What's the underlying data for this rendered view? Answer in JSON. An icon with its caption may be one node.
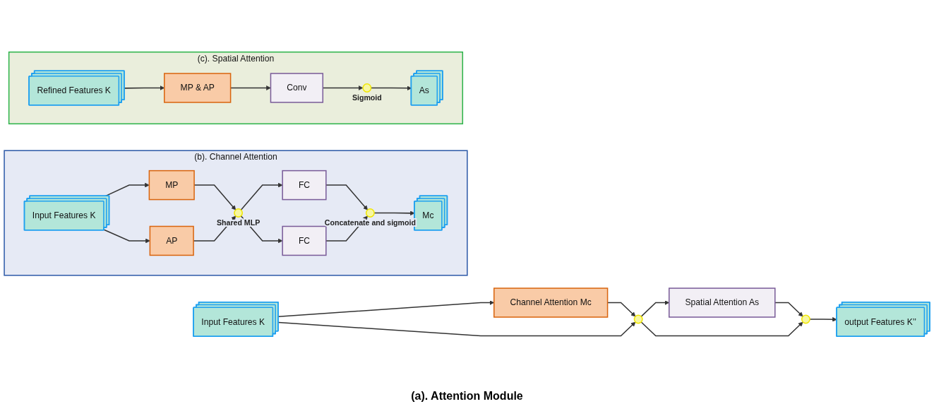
{
  "diagram": {
    "nodes": [
      {
        "text": [
          "Input Features K"
        ]
      },
      {
        "text": [
          "Channel Attention Mc"
        ]
      },
      {
        "text": [],
        "shape": "circle"
      },
      {
        "text": [
          "Spatial Attention As"
        ]
      },
      {
        "text": [],
        "shape": "circle"
      },
      {
        "text": [
          "output Features K’’"
        ]
      },
      {
        "text": [
          "(b). Channel Attention"
        ]
      },
      {
        "text": [
          "Input Features K"
        ],
        "in": 6
      },
      {
        "text": [
          "MP"
        ],
        "in": 6
      },
      {
        "text": [
          "AP"
        ],
        "in": 6
      },
      {
        "text": [],
        "shape": "circle",
        "in": 6,
        "beside": [
          "Shared MLP"
        ]
      },
      {
        "text": [
          "FC"
        ],
        "in": 6
      },
      {
        "text": [
          "FC"
        ],
        "in": 6
      },
      {
        "text": [],
        "shape": "circle",
        "in": 6,
        "beside": [
          "Concatenate and sigmoid"
        ]
      },
      {
        "text": [
          "Mc"
        ],
        "in": 6
      },
      {
        "text": [
          "(c). Spatial Attention"
        ]
      },
      {
        "text": [
          "Refined Features K"
        ],
        "in": 15
      },
      {
        "text": [
          "MP & AP"
        ],
        "in": 15
      },
      {
        "text": [
          "Conv"
        ],
        "in": 15
      },
      {
        "text": [],
        "shape": "circle",
        "in": 15,
        "beside": [
          "Sigmoid"
        ]
      },
      {
        "text": [
          "As"
        ],
        "in": 15
      }
    ],
    "edges": [
      {
        "from": 0,
        "to": 1,
        "arrow": "to"
      },
      {
        "from": 1,
        "to": 2,
        "arrow": "to"
      },
      {
        "from": 0,
        "to": 2,
        "arrow": "to"
      },
      {
        "from": 2,
        "to": 3,
        "arrow": "to"
      },
      {
        "from": 3,
        "to": 4,
        "arrow": "to"
      },
      {
        "from": 2,
        "to": 4,
        "arrow": "to"
      },
      {
        "from": 4,
        "to": 5,
        "arrow": "to"
      },
      {
        "from": 7,
        "to": 8,
        "arrow": "to"
      },
      {
        "from": 7,
        "to": 9,
        "arrow": "to"
      },
      {
        "from": 8,
        "to": 10,
        "arrow": "to"
      },
      {
        "from": 9,
        "to": 10,
        "arrow": "to"
      },
      {
        "from": 10,
        "to": 11,
        "arrow": "to"
      },
      {
        "from": 10,
        "to": 12,
        "arrow": "to"
      },
      {
        "from": 11,
        "to": 13,
        "arrow": "to"
      },
      {
        "from": 12,
        "to": 13,
        "arrow": "to"
      },
      {
        "from": 13,
        "to": 14,
        "arrow": "to"
      },
      {
        "from": 16,
        "to": 17,
        "arrow": "to"
      },
      {
        "from": 17,
        "to": 18,
        "arrow": "to"
      },
      {
        "from": 18,
        "to": 19,
        "arrow": "to"
      },
      {
        "from": 19,
        "to": 20,
        "arrow": "to"
      }
    ],
    "labels": [
      "(a). Attention Module"
    ]
  }
}
